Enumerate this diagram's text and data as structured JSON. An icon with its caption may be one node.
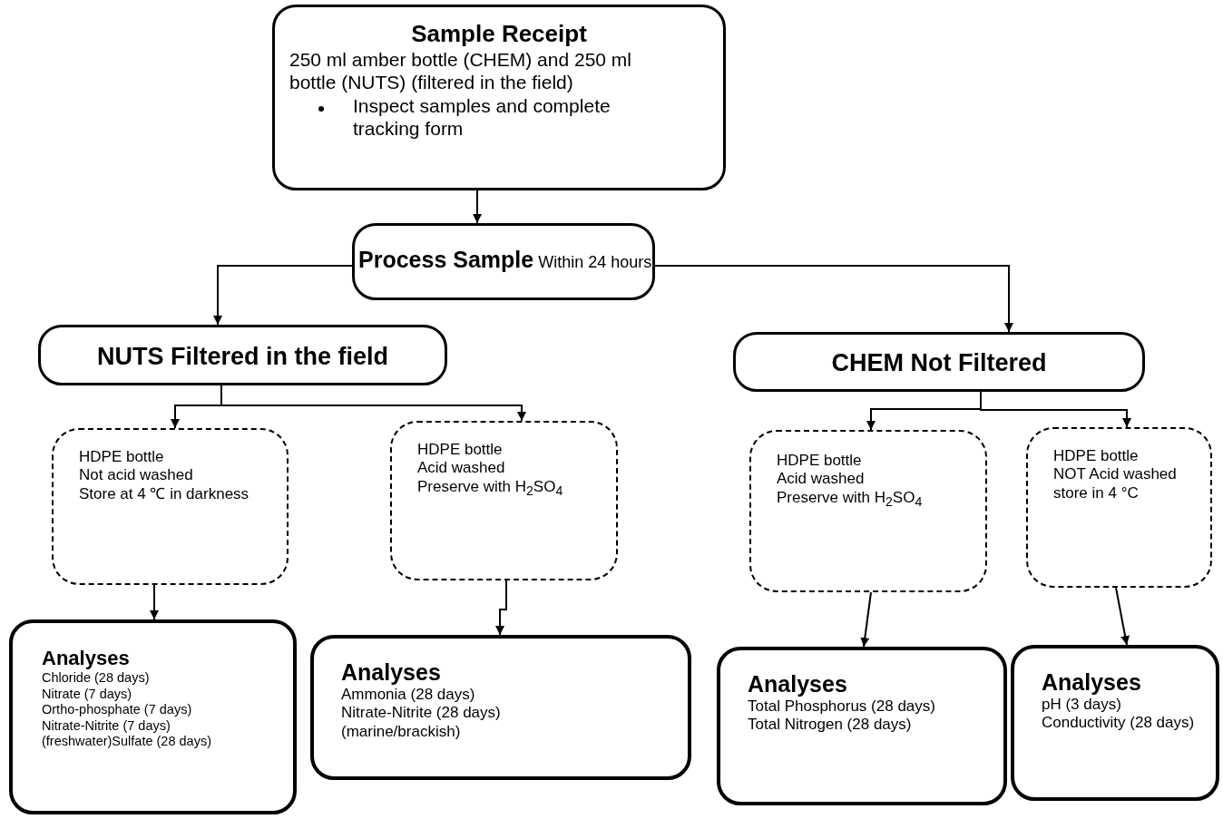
{
  "diagram": {
    "nodes": [
      {
        "text": [
          "Sample Receipt",
          "250 ml amber bottle (CHEM) and 250 ml bottle (NUTS) (filtered in the field)",
          "Inspect samples and complete tracking form"
        ]
      },
      {
        "text": [
          "**Process Sample** Within 24 hours"
        ]
      },
      {
        "text": [
          "NUTS Filtered in the field"
        ]
      },
      {
        "text": [
          "CHEM Not Filtered"
        ]
      },
      {
        "text": [
          "HDPE bottle",
          "Not acid washed",
          "Store at 4 ℃ in darkness"
        ]
      },
      {
        "text": [
          "HDPE bottle",
          "Acid washed",
          "Preserve with H$_{2}$SO$_{4}$"
        ]
      },
      {
        "text": [
          "HDPE bottle",
          "Acid washed",
          "Preserve with H$_{2}$SO$_{4}$"
        ]
      },
      {
        "text": [
          "HDPE bottle",
          "NOT Acid washed store in 4 °C"
        ]
      },
      {
        "text": [
          "Analyses",
          "Chloride (28 days)",
          "Nitrate (7 days)",
          "Ortho-phosphate (7 days)",
          "Nitrate-Nitrite (7 days)",
          "(freshwater)Sulfate (28 days)"
        ]
      },
      {
        "text": [
          "Analyses",
          "Ammonia (28 days)",
          "Nitrate-Nitrite (28 days)",
          "(marine/brackish)"
        ]
      },
      {
        "text": [
          "Analyses",
          "Total Phosphorus (28 days)",
          "Total Nitrogen (28 days)"
        ]
      },
      {
        "text": [
          "Analyses",
          "pH (3 days)",
          "Conductivity (28 days)"
        ]
      }
    ],
    "edges": [
      {
        "from": 0,
        "to": 1,
        "arrow": "to"
      },
      {
        "from": 1,
        "to": 2,
        "arrow": "to"
      },
      {
        "from": 1,
        "to": 3,
        "arrow": "to"
      },
      {
        "from": 2,
        "to": 4,
        "arrow": "to"
      },
      {
        "from": 2,
        "to": 5,
        "arrow": "to"
      },
      {
        "from": 3,
        "to": 6,
        "arrow": "to"
      },
      {
        "from": 3,
        "to": 7,
        "arrow": "to"
      },
      {
        "from": 4,
        "to": 8,
        "arrow": "to"
      },
      {
        "from": 5,
        "to": 9,
        "arrow": "to"
      },
      {
        "from": 6,
        "to": 10,
        "arrow": "to"
      },
      {
        "from": 7,
        "to": 11,
        "arrow": "to"
      }
    ]
  }
}
